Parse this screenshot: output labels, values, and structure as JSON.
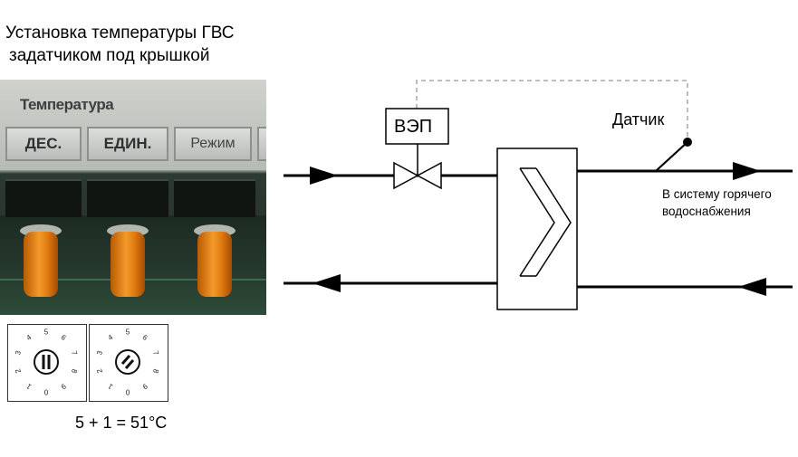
{
  "title": {
    "line1": "Установка температуры ГВС",
    "line2": "задатчиком  под крышкой"
  },
  "photo": {
    "panel_title": "Температура",
    "buttons": [
      "ДЕС.",
      "ЕДИН.",
      "Режим"
    ]
  },
  "rotary_switches": {
    "digits_left": [
      "5",
      "6",
      "7",
      "8",
      "9",
      "0",
      "1",
      "2",
      "3",
      "4"
    ],
    "digits_right": [
      "5",
      "6",
      "7",
      "8",
      "9",
      "0",
      "1",
      "2",
      "3",
      "4"
    ],
    "left_value": "5",
    "right_value": "1"
  },
  "formula": "5   +  1  = 51°C",
  "diagram": {
    "valve_label": "ВЭП",
    "sensor_label": "Датчик",
    "supply_label_line1": "В систему горячего",
    "supply_label_line2": "водоснабжения"
  },
  "colors": {
    "knob_orange": "#f08a1c",
    "line": "#000000",
    "dashed": "#999999"
  }
}
